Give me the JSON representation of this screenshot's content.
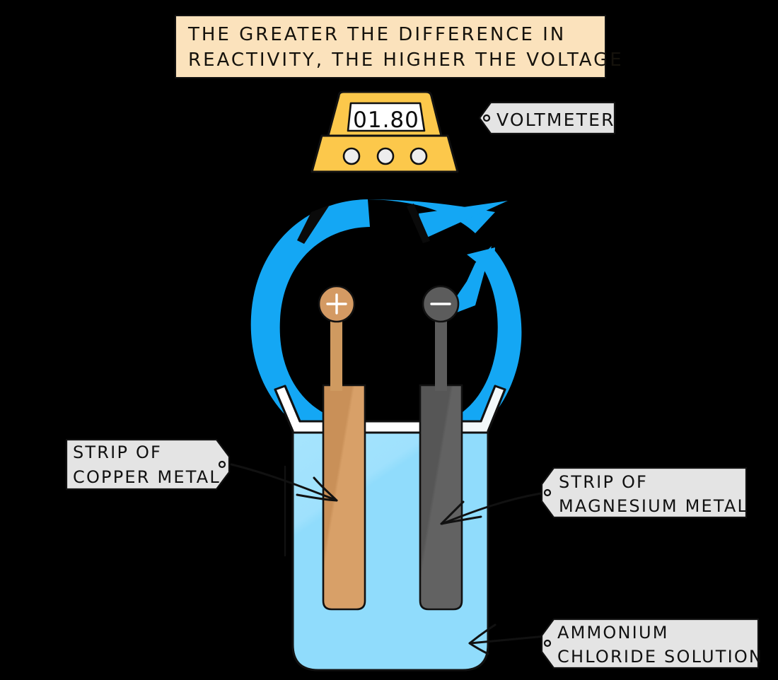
{
  "diagram": {
    "kind": "electrochemical-cell-diagram",
    "background_color": "#000000"
  },
  "banner": {
    "line1": "THE GREATER THE DIFFERENCE IN",
    "line2": "REACTIVITY, THE HIGHER THE VOLTAGE",
    "fill_color": "#FBE2BC",
    "stroke_color": "#111111",
    "text_color": "#15120c"
  },
  "voltmeter": {
    "reading": "01.80",
    "body_color": "#FCC84B",
    "screen_color": "#FFFFFF",
    "button_color": "#EDEDED",
    "stroke_color": "#111111",
    "button_count": 3
  },
  "wire": {
    "color": "#14A7F4",
    "description": "circular-current-arrow"
  },
  "electrodes": {
    "copper": {
      "label": "+",
      "color": "#D49A63",
      "terminal_symbol": "+",
      "symbol_color": "#FFFFFF"
    },
    "magnesium": {
      "label": "−",
      "color": "#5C5C5C",
      "terminal_symbol": "−",
      "symbol_color": "#FFFFFF"
    }
  },
  "beaker": {
    "glass_color": "#FAFDFE",
    "solution_color": "#90DCFC",
    "stroke_color": "#111111"
  },
  "labels": [
    {
      "id": "voltmeter-label",
      "lines": [
        "VOLTMETER"
      ],
      "side": "left-notch",
      "fill_color": "#E4E4E4",
      "stroke_color": "#111111"
    },
    {
      "id": "copper-label",
      "lines": [
        "STRIP OF",
        "COPPER METAL"
      ],
      "side": "right-notch",
      "fill_color": "#E4E4E4",
      "stroke_color": "#111111"
    },
    {
      "id": "magnesium-label",
      "lines": [
        "STRIP OF",
        "MAGNESIUM METAL"
      ],
      "side": "left-notch",
      "fill_color": "#E4E4E4",
      "stroke_color": "#111111"
    },
    {
      "id": "solution-label",
      "lines": [
        "AMMONIUM",
        "CHLORIDE SOLUTION"
      ],
      "side": "left-notch",
      "fill_color": "#E4E4E4",
      "stroke_color": "#111111"
    }
  ]
}
